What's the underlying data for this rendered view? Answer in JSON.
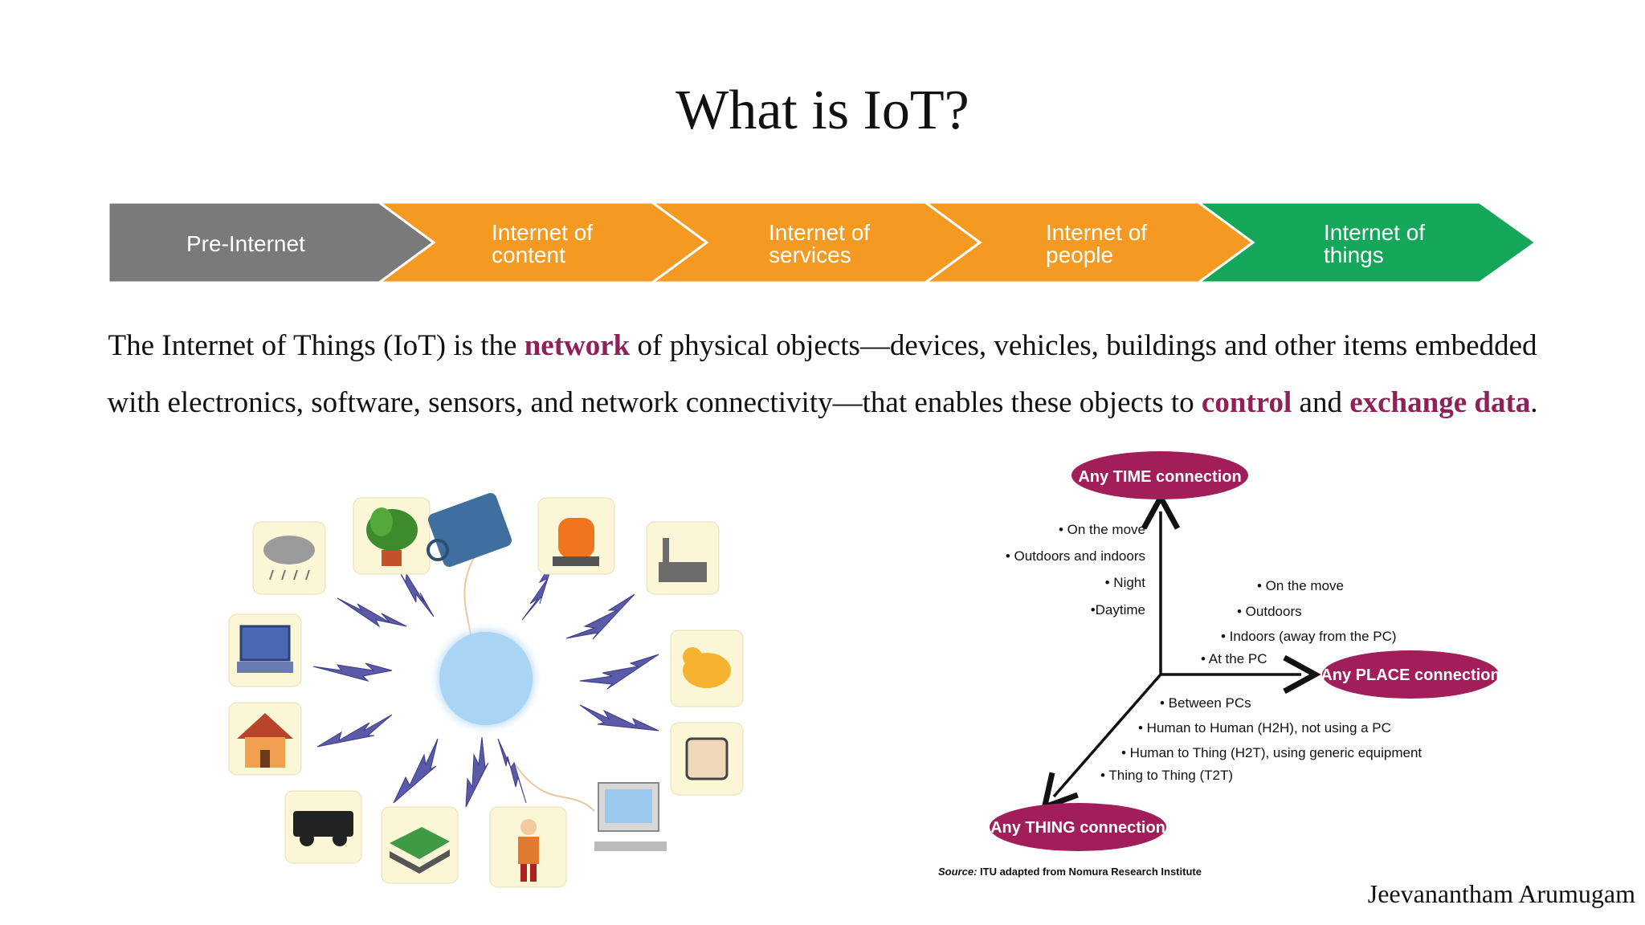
{
  "slide": {
    "title": "What is IoT?",
    "author": "Jeevanantham Arumugam"
  },
  "evolution": [
    {
      "line1": "Pre-Internet",
      "line2": "",
      "color": "#7a7a7c"
    },
    {
      "line1": "Internet of",
      "line2": "content",
      "color": "#f49a23"
    },
    {
      "line1": "Internet of",
      "line2": "services",
      "color": "#f49a23"
    },
    {
      "line1": "Internet of",
      "line2": "people",
      "color": "#f49a23"
    },
    {
      "line1": "Internet of",
      "line2": "things",
      "color": "#14a75a"
    }
  ],
  "description": {
    "part1": "The Internet of Things (IoT) is the ",
    "hl1": "network",
    "part2": " of physical objects—devices, vehicles, buildings and other items embedded with electronics, software, sensors, and network connectivity—that enables these objects to ",
    "hl2": "control",
    "part3": " and ",
    "hl3": "exchange data",
    "part4": "."
  },
  "accent_color": "#8e2157",
  "illustration_icons": [
    "rain-cloud-icon",
    "plant-icon",
    "telephone-icon",
    "alarm-light-icon",
    "factory-icon",
    "laptop-icon",
    "cat-icon",
    "house-icon",
    "box-icon",
    "car-icon",
    "books-icon",
    "elderly-person-icon",
    "computer-monitor-icon"
  ],
  "diagram": {
    "time_label": "Any TIME connection",
    "place_label": "Any PLACE connection",
    "thing_label": "Any THING connection",
    "time_items": [
      "• On the move",
      "• Outdoors and indoors",
      "• Night",
      "•Daytime"
    ],
    "place_items": [
      "• On the move",
      "• Outdoors",
      "• Indoors (away from the PC)",
      "• At the PC"
    ],
    "thing_items": [
      "• Between PCs",
      "• Human to Human (H2H), not using a PC",
      "• Human to Thing (H2T), using generic equipment",
      "• Thing to Thing (T2T)"
    ],
    "source_label": "Source:",
    "source_text": " ITU adapted from Nomura Research Institute",
    "ellipse_color": "#a21e5a"
  }
}
